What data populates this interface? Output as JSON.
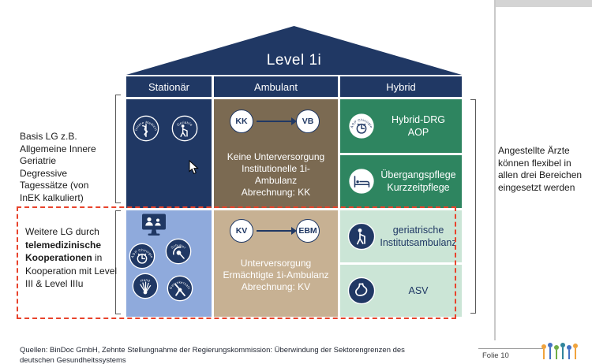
{
  "roof": {
    "label": "Level 1i"
  },
  "headers": {
    "col1": "Stationär",
    "col2": "Ambulant",
    "col3": "Hybrid"
  },
  "stationaer_top": {
    "icon1_label": "Innere Medizin",
    "icon2_label": "Geriatrie"
  },
  "ambulant_top": {
    "from": "KK",
    "to": "VB",
    "body": "Keine Unterversorgung\nInstitutionelle 1i-\nAmbulanz\nAbrechnung: KK"
  },
  "hybrid_top1": {
    "icon_label": "AOP Chirurgie",
    "body": "Hybrid-DRG\nAOP"
  },
  "hybrid_top2": {
    "body": "Übergangspflege\nKurzzeitpflege"
  },
  "stationaer_bottom": {
    "icon1_label": "AOP Chirurgie",
    "icon2_label": "Schulter",
    "icon3_label": "Hand",
    "icon4_label": "Gelenkersatz"
  },
  "ambulant_bottom": {
    "from": "KV",
    "to": "EBM",
    "body": "Unterversorgung\nErmächtigte 1i-Ambulanz\nAbrechnung: KV"
  },
  "hybrid_bottom1": {
    "body": "geriatrische\nInstitutsambulanz"
  },
  "hybrid_bottom2": {
    "body": "ASV"
  },
  "notes": {
    "left_top": "Basis LG z.B.\nAllgemeine Innere\nGeriatrie\nDegressive\nTagessätze (von\nInEK kalkuliert)",
    "left_bottom_pre": "Weitere LG durch ",
    "left_bottom_bold": "telemedizinische Kooperationen",
    "left_bottom_post": " in Kooperation mit Level III & Level IIIu",
    "right": "Angestellte Ärzte\nkönnen flexibel in\nallen drei Bereichen\neingesetzt werden"
  },
  "footer": {
    "sources": "Quellen: BinDoc GmbH, Zehnte Stellungnahme der Regierungskommission: Überwindung der Sektorengrenzen des\ndeutschen Gesundheitssystems",
    "slide_number": "Folie 10"
  },
  "colors": {
    "navy": "#203864",
    "brown": "#7b6a52",
    "tan": "#c7b193",
    "green": "#2e8560",
    "light_green": "#cbe5d6",
    "periwinkle": "#8faadc",
    "dashed_red": "#e8432c",
    "white": "#ffffff"
  }
}
